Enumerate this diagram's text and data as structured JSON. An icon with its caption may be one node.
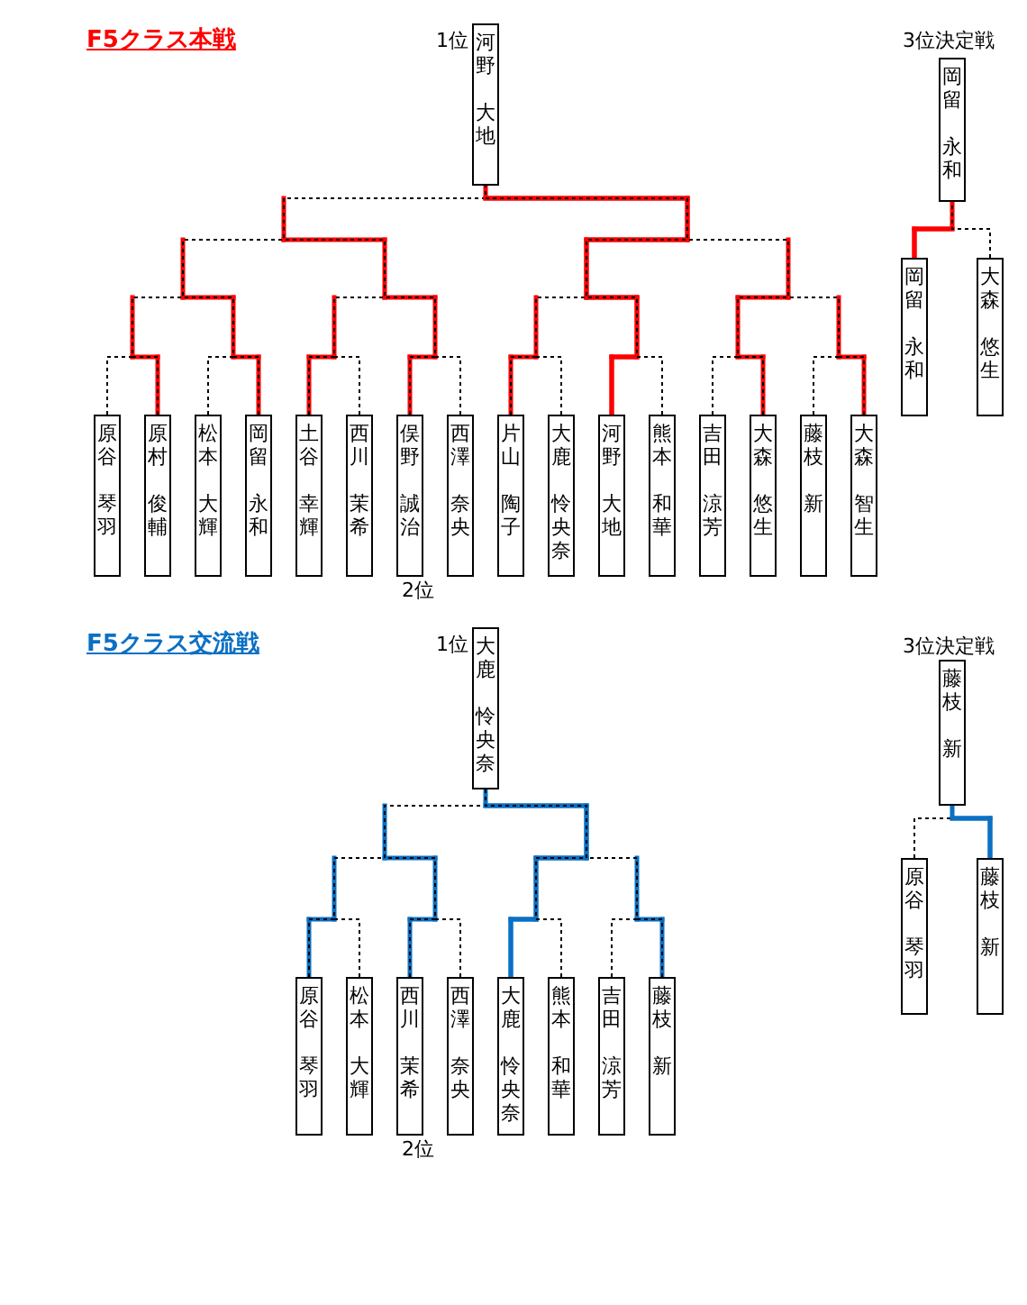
{
  "diagram": {
    "nodes": [
      {
        "text": [
          "河野",
          "大地"
        ],
        "beside": [
          "1位"
        ]
      },
      {
        "text": [
          "岡留",
          "永和"
        ],
        "beside": [
          "3位決定戦"
        ]
      },
      {
        "text": [
          "原谷",
          "琴羽"
        ]
      },
      {
        "text": [
          "原村",
          "俊輔"
        ]
      },
      {
        "text": [
          "松本",
          "大輝"
        ]
      },
      {
        "text": [
          "岡留",
          "永和"
        ]
      },
      {
        "text": [
          "土谷",
          "幸輝"
        ]
      },
      {
        "text": [
          "西川",
          "茉希"
        ]
      },
      {
        "text": [
          "俣野",
          "誠治"
        ],
        "beside": [
          "2位"
        ]
      },
      {
        "text": [
          "西澤",
          "奈央"
        ]
      },
      {
        "text": [
          "片山",
          "陶子"
        ]
      },
      {
        "text": [
          "大鹿",
          "怜央奈"
        ]
      },
      {
        "text": [
          "河野",
          "大地"
        ]
      },
      {
        "text": [
          "熊本",
          "和華"
        ]
      },
      {
        "text": [
          "吉田",
          "涼芳"
        ]
      },
      {
        "text": [
          "大森",
          "悠生"
        ]
      },
      {
        "text": [
          "藤枝",
          "新"
        ]
      },
      {
        "text": [
          "大森",
          "智生"
        ]
      },
      {
        "text": [
          "岡留",
          "永和"
        ]
      },
      {
        "text": [
          "大森",
          "悠生"
        ]
      },
      {
        "text": [
          "大鹿",
          "怜央奈"
        ],
        "beside": [
          "1位"
        ]
      },
      {
        "text": [
          "藤枝",
          "新"
        ],
        "beside": [
          "3位決定戦"
        ]
      },
      {
        "text": [
          "原谷",
          "琴羽"
        ]
      },
      {
        "text": [
          "松本",
          "大輝"
        ]
      },
      {
        "text": [
          "西川",
          "茉希"
        ],
        "beside": [
          "2位"
        ]
      },
      {
        "text": [
          "西澤",
          "奈央"
        ]
      },
      {
        "text": [
          "大鹿",
          "怜央奈"
        ]
      },
      {
        "text": [
          "熊本",
          "和華"
        ]
      },
      {
        "text": [
          "吉田",
          "涼芳"
        ]
      },
      {
        "text": [
          "藤枝",
          "新"
        ]
      },
      {
        "text": [
          "原谷",
          "琴羽"
        ]
      },
      {
        "text": [
          "藤枝",
          "新"
        ]
      }
    ],
    "edges": [
      {
        "from": 2,
        "to": 0,
        "arrow": "none",
        "style": "dashed"
      },
      {
        "from": 3,
        "to": 0,
        "arrow": "none",
        "style": "dashed"
      },
      {
        "from": 4,
        "to": 0,
        "arrow": "none",
        "style": "dashed"
      },
      {
        "from": 5,
        "to": 0,
        "arrow": "none",
        "style": "dashed"
      },
      {
        "from": 6,
        "to": 0,
        "arrow": "none",
        "style": "dashed"
      },
      {
        "from": 7,
        "to": 0,
        "arrow": "none",
        "style": "dashed"
      },
      {
        "from": 8,
        "to": 0,
        "arrow": "none",
        "style": "dashed"
      },
      {
        "from": 9,
        "to": 0,
        "arrow": "none",
        "style": "dashed"
      },
      {
        "from": 10,
        "to": 0,
        "arrow": "none",
        "style": "dashed"
      },
      {
        "from": 11,
        "to": 0,
        "arrow": "none",
        "style": "dashed"
      },
      {
        "from": 12,
        "to": 0,
        "arrow": "none",
        "style": "thick",
        "color": "#ff0000"
      },
      {
        "from": 13,
        "to": 0,
        "arrow": "none",
        "style": "dashed"
      },
      {
        "from": 14,
        "to": 0,
        "arrow": "none",
        "style": "dashed"
      },
      {
        "from": 15,
        "to": 0,
        "arrow": "none",
        "style": "dashed"
      },
      {
        "from": 16,
        "to": 0,
        "arrow": "none",
        "style": "dashed"
      },
      {
        "from": 17,
        "to": 0,
        "arrow": "none",
        "style": "dashed"
      },
      {
        "from": 18,
        "to": 1,
        "arrow": "none",
        "style": "thick",
        "color": "#ff0000"
      },
      {
        "from": 19,
        "to": 1,
        "arrow": "none",
        "style": "dashed"
      },
      {
        "from": 22,
        "to": 20,
        "arrow": "none",
        "style": "dashed"
      },
      {
        "from": 23,
        "to": 20,
        "arrow": "none",
        "style": "dashed"
      },
      {
        "from": 24,
        "to": 20,
        "arrow": "none",
        "style": "dashed"
      },
      {
        "from": 25,
        "to": 20,
        "arrow": "none",
        "style": "dashed"
      },
      {
        "from": 26,
        "to": 20,
        "arrow": "none",
        "style": "thick",
        "color": "#0a70c4"
      },
      {
        "from": 27,
        "to": 20,
        "arrow": "none",
        "style": "dashed"
      },
      {
        "from": 28,
        "to": 20,
        "arrow": "none",
        "style": "dashed"
      },
      {
        "from": 29,
        "to": 20,
        "arrow": "none",
        "style": "dashed"
      },
      {
        "from": 30,
        "to": 21,
        "arrow": "none",
        "style": "dashed"
      },
      {
        "from": 31,
        "to": 21,
        "arrow": "none",
        "style": "thick",
        "color": "#0a70c4"
      }
    ],
    "labels": [
      "F5クラス本戦",
      "F5クラス交流戦"
    ]
  }
}
